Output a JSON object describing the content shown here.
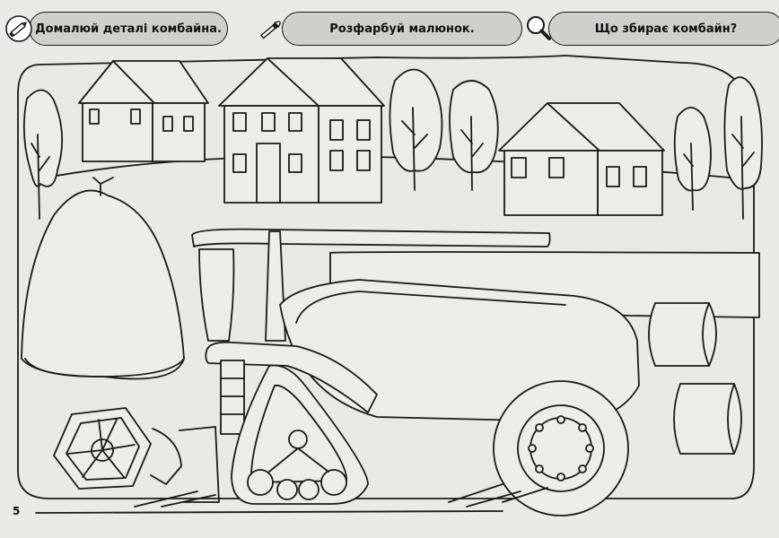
{
  "tasks": [
    {
      "text": "Домалюй деталі комбайна.",
      "icon": "pencil-icon"
    },
    {
      "text": "Розфарбуй малюнок.",
      "icon": "paintbrush-icon"
    },
    {
      "text": "Що збирає комбайн?",
      "icon": "magnifier-icon"
    }
  ],
  "page_number": "5",
  "colors": {
    "paper": "#e9e9e7",
    "ink": "#1a1a1a",
    "pill": "#cfcfcd"
  }
}
